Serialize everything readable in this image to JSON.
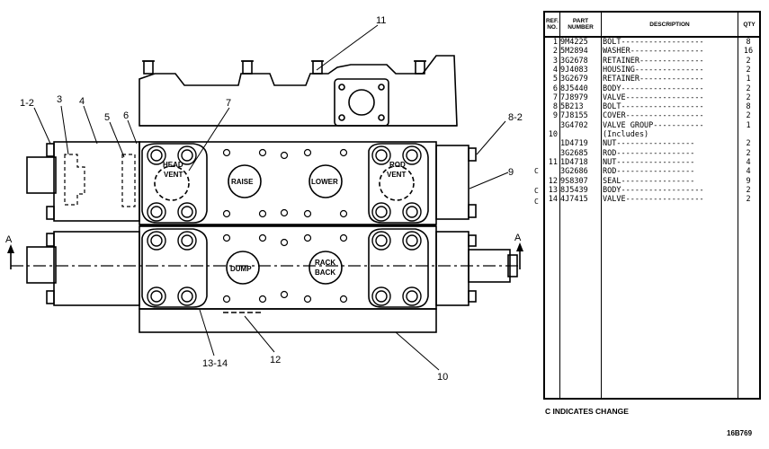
{
  "callouts": {
    "c1_2": "1-2",
    "c3": "3",
    "c4": "4",
    "c5": "5",
    "c6": "6",
    "c7": "7",
    "c8_2": "8-2",
    "c9": "9",
    "c10": "10",
    "c11": "11",
    "c12": "12",
    "c13_14": "13-14",
    "section_left": "A",
    "section_right": "A"
  },
  "port_labels": {
    "head_vent_1": "HEAD",
    "head_vent_2": "VENT",
    "raise": "RAISE",
    "lower": "LOWER",
    "rod_vent_1": "ROD",
    "rod_vent_2": "VENT",
    "dump": "DUMP",
    "rack_back_1": "RACK",
    "rack_back_2": "BACK"
  },
  "parts_list": {
    "headers": {
      "ref": "REF. NO.",
      "part": "PART NUMBER",
      "desc": "DESCRIPTION",
      "qty": "QTY"
    },
    "rows": [
      {
        "ref": "1",
        "part": "9M4225",
        "desc": "BOLT------------------",
        "qty": "8"
      },
      {
        "ref": "2",
        "part": "5M2894",
        "desc": "WASHER----------------",
        "qty": "16"
      },
      {
        "ref": "3",
        "part": "3G2678",
        "desc": "RETAINER--------------",
        "qty": "2"
      },
      {
        "ref": "4",
        "part": "9J4083",
        "desc": "HOUSING---------------",
        "qty": "2"
      },
      {
        "ref": "5",
        "part": "3G2679",
        "desc": "RETAINER--------------",
        "qty": "1"
      },
      {
        "ref": "6",
        "part": "8J5440",
        "desc": "BODY------------------",
        "qty": "2"
      },
      {
        "ref": "7",
        "part": "7J8979",
        "desc": "VALVE-----------------",
        "qty": "2"
      },
      {
        "ref": "8",
        "part": "5B213",
        "desc": "BOLT------------------",
        "qty": "8"
      },
      {
        "ref": "9",
        "part": "7J8155",
        "desc": "COVER-----------------",
        "qty": "2"
      },
      {
        "ref": "",
        "part": "3G4702",
        "desc": "VALVE GROUP-----------",
        "qty": "1"
      },
      {
        "ref": "10",
        "part": "",
        "desc": "  (Includes)",
        "qty": ""
      },
      {
        "ref": "",
        "part": "1D4719",
        "desc": "  NUT-----------------",
        "qty": "2"
      },
      {
        "ref": "",
        "part": "3G2685",
        "desc": "  ROD-----------------",
        "qty": "2"
      },
      {
        "ref": "11",
        "part": "1D4718",
        "desc": "  NUT-----------------",
        "qty": "4"
      },
      {
        "ref": "",
        "part": "3G2686",
        "desc": "  ROD-----------------",
        "qty": "4"
      },
      {
        "ref": "12",
        "part": "9S8307",
        "desc": "  SEAL----------------",
        "qty": "9"
      },
      {
        "ref": "13",
        "part": "8J5439",
        "desc": "BODY------------------",
        "qty": "2"
      },
      {
        "ref": "14",
        "part": "4J7415",
        "desc": "VALVE-----------------",
        "qty": "2"
      }
    ],
    "change_marks": [
      "C",
      "C",
      "C"
    ]
  },
  "footnote": "C INDICATES CHANGE",
  "illustration_number": "16B769"
}
